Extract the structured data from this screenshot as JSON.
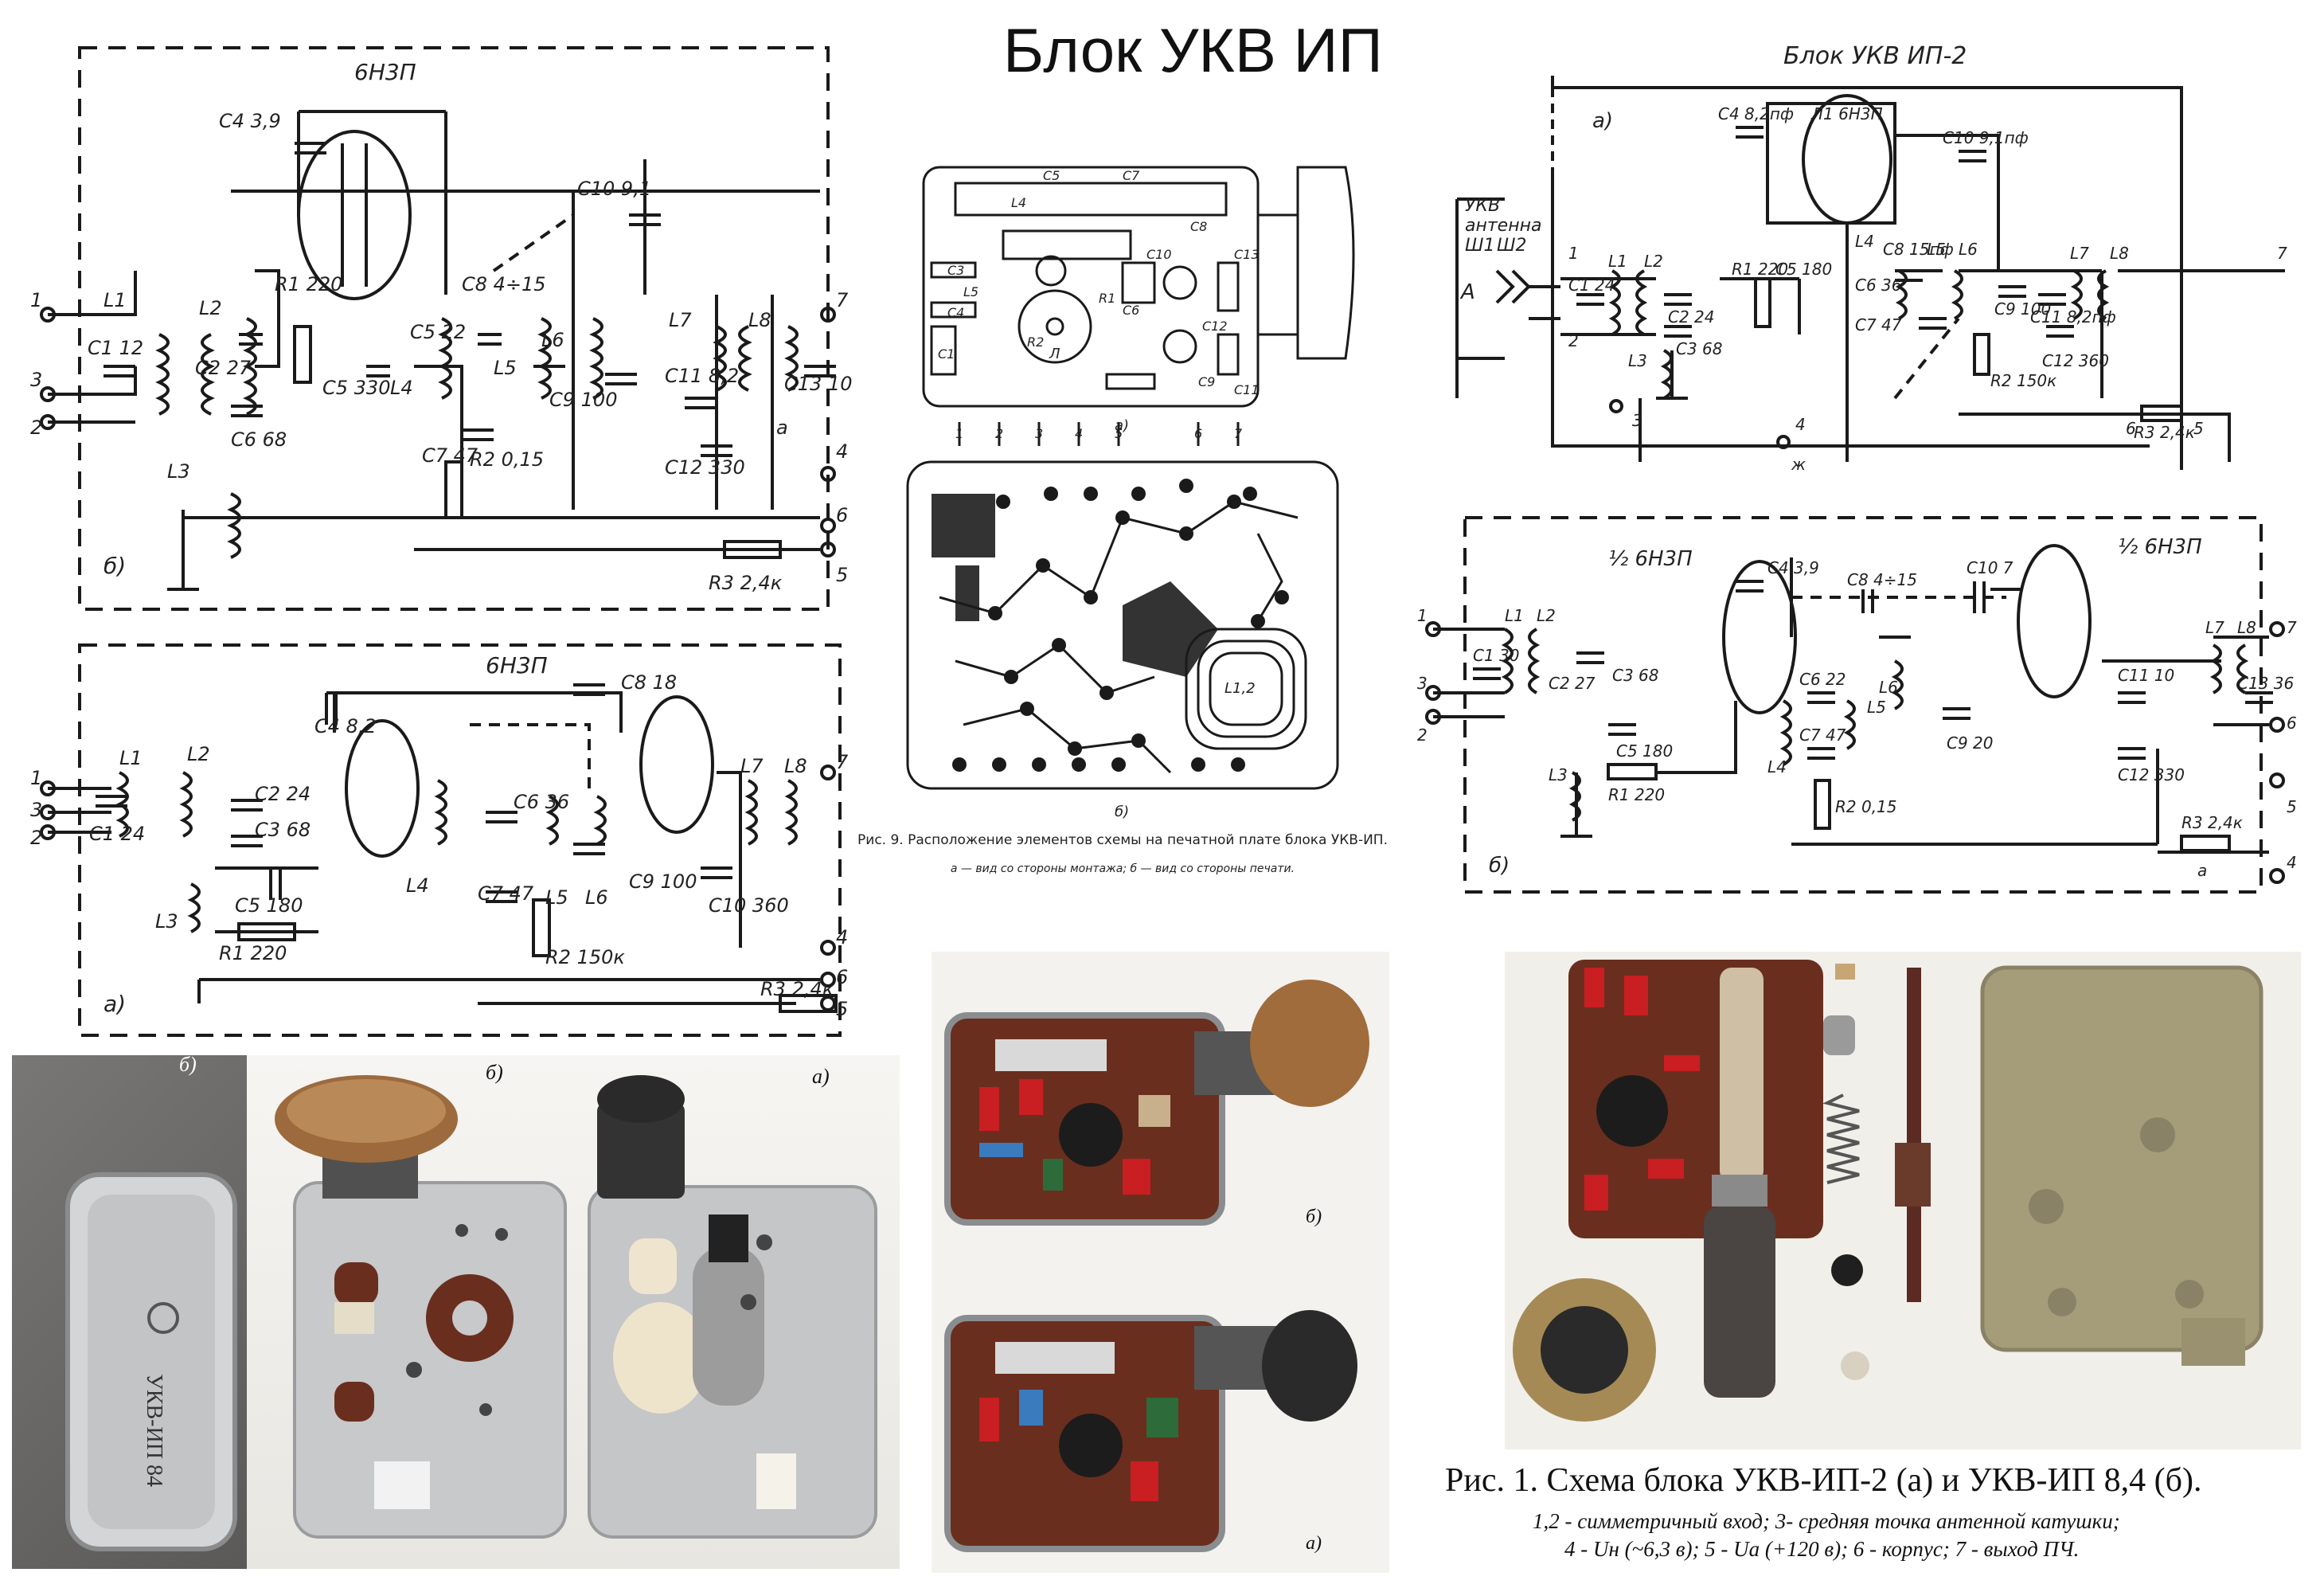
{
  "title": "Блок УКВ ИП",
  "schematics": {
    "top_left": {
      "tube": "6Н3П",
      "sublabel": "б)",
      "components": [
        "C4 3,9",
        "R1 220",
        "C5 330",
        "C6 68",
        "C1 12",
        "C2 27",
        "L1",
        "L2",
        "L3",
        "C8 4÷15",
        "C5 22",
        "C7 47",
        "R2 0,15",
        "C10 9,1",
        "L6",
        "C9 100",
        "L4",
        "L5",
        "C11 8,2",
        "C12 330",
        "L7",
        "L8",
        "C13 10",
        "R3 2,4к",
        "а"
      ],
      "pins": [
        "1",
        "3",
        "2",
        "7",
        "4",
        "6",
        "5"
      ]
    },
    "bottom_left": {
      "tube": "6Н3П",
      "sublabel": "а)",
      "components": [
        "C4 8,2",
        "C8 18",
        "L1",
        "C1 24",
        "L2",
        "C2 24",
        "C3 68",
        "C5 180",
        "R1 220",
        "L3",
        "C6 36",
        "C7 47",
        "L4",
        "L5",
        "R2 150к",
        "L6",
        "C9 100",
        "C10 360",
        "L7",
        "L8",
        "R3 2,4к"
      ],
      "pins": [
        "1",
        "3",
        "2",
        "7",
        "4",
        "6",
        "5"
      ]
    },
    "top_right": {
      "title": "Блок УКВ ИП-2",
      "sublabel": "а)",
      "antenna": [
        "УКВ",
        "антенна",
        "Ш1",
        "Ш2"
      ],
      "components": [
        "C1 24",
        "L1",
        "L2",
        "C2 24",
        "C3 68",
        "L3",
        "C4 8,2пф",
        "R1 220",
        "C5 180",
        "Л1 6Н3П",
        "L4",
        "C6 36",
        "C7 47",
        "C8 15пф",
        "L5",
        "L6",
        "C9 100",
        "R2 150к",
        "C10 9,1пф",
        "C11 8,2пф",
        "C12 360",
        "L7",
        "L8",
        "R3 2,4к"
      ],
      "pins": [
        "1",
        "2",
        "3",
        "4",
        "5",
        "6",
        "7",
        "А",
        "ж"
      ]
    },
    "right_middle": {
      "tube_left": "½ 6Н3П",
      "tube_right": "½ 6Н3П",
      "sublabel": "б)",
      "components": [
        "L1",
        "C1 30",
        "L2",
        "C2 27",
        "C3 68",
        "C5 180",
        "R1 220",
        "L3",
        "C4 3,9",
        "C6 22",
        "C7 47",
        "L4",
        "R2 0,15",
        "C8 4÷15",
        "L5",
        "C10 7",
        "L6",
        "C9 20",
        "C11 10",
        "C12 330",
        "L7",
        "L8",
        "C13 36",
        "R3 2,4к",
        "а"
      ],
      "pins": [
        "1",
        "3",
        "2",
        "7",
        "6",
        "5",
        "4"
      ]
    }
  },
  "pcb_figure": {
    "sublabel_a": "а)",
    "sublabel_b": "б)",
    "labels": [
      "C5",
      "C7",
      "L4",
      "R2",
      "C8",
      "C10",
      "C6",
      "C12",
      "C13",
      "C11",
      "L5",
      "C1",
      "C3",
      "C4",
      "C9",
      "R1",
      "Л",
      "L1,2"
    ],
    "pin_numbers": [
      "1",
      "2",
      "3",
      "4",
      "5",
      "6",
      "7"
    ],
    "caption": "Рис. 9. Расположение элементов схемы на печатной плате блока УКВ-ИП.",
    "subcaption": "а — вид со стороны монтажа; б — вид со стороны печати."
  },
  "photos": {
    "case_label_b": "б)",
    "case_marking": "УКВ-ИП 84",
    "units_label_b": "б)",
    "units_label_a": "а)",
    "boards_label_b": "б)",
    "boards_label_a": "а)"
  },
  "figure_caption": {
    "title": "Рис. 1. Схема блока УКВ-ИП-2 (а) и УКВ-ИП 8,4 (б).",
    "line1": "1,2 - симметричный вход; 3- средняя точка антенной катушки;",
    "line2": "4 - Uн (~6,3 в); 5 - Uа (+120 в); 6 - корпус; 7 - выход ПЧ."
  },
  "colors": {
    "ink": "#1a1a1a",
    "paper": "#ffffff",
    "pcb_hatch": "#333333",
    "metal": "#b9bcc0",
    "board_brown": "#6a2e1e",
    "knob": "#9c6a3c",
    "photo_bg_left": "#6d6b6a",
    "photo_bg_right": "#f2f1ee"
  }
}
